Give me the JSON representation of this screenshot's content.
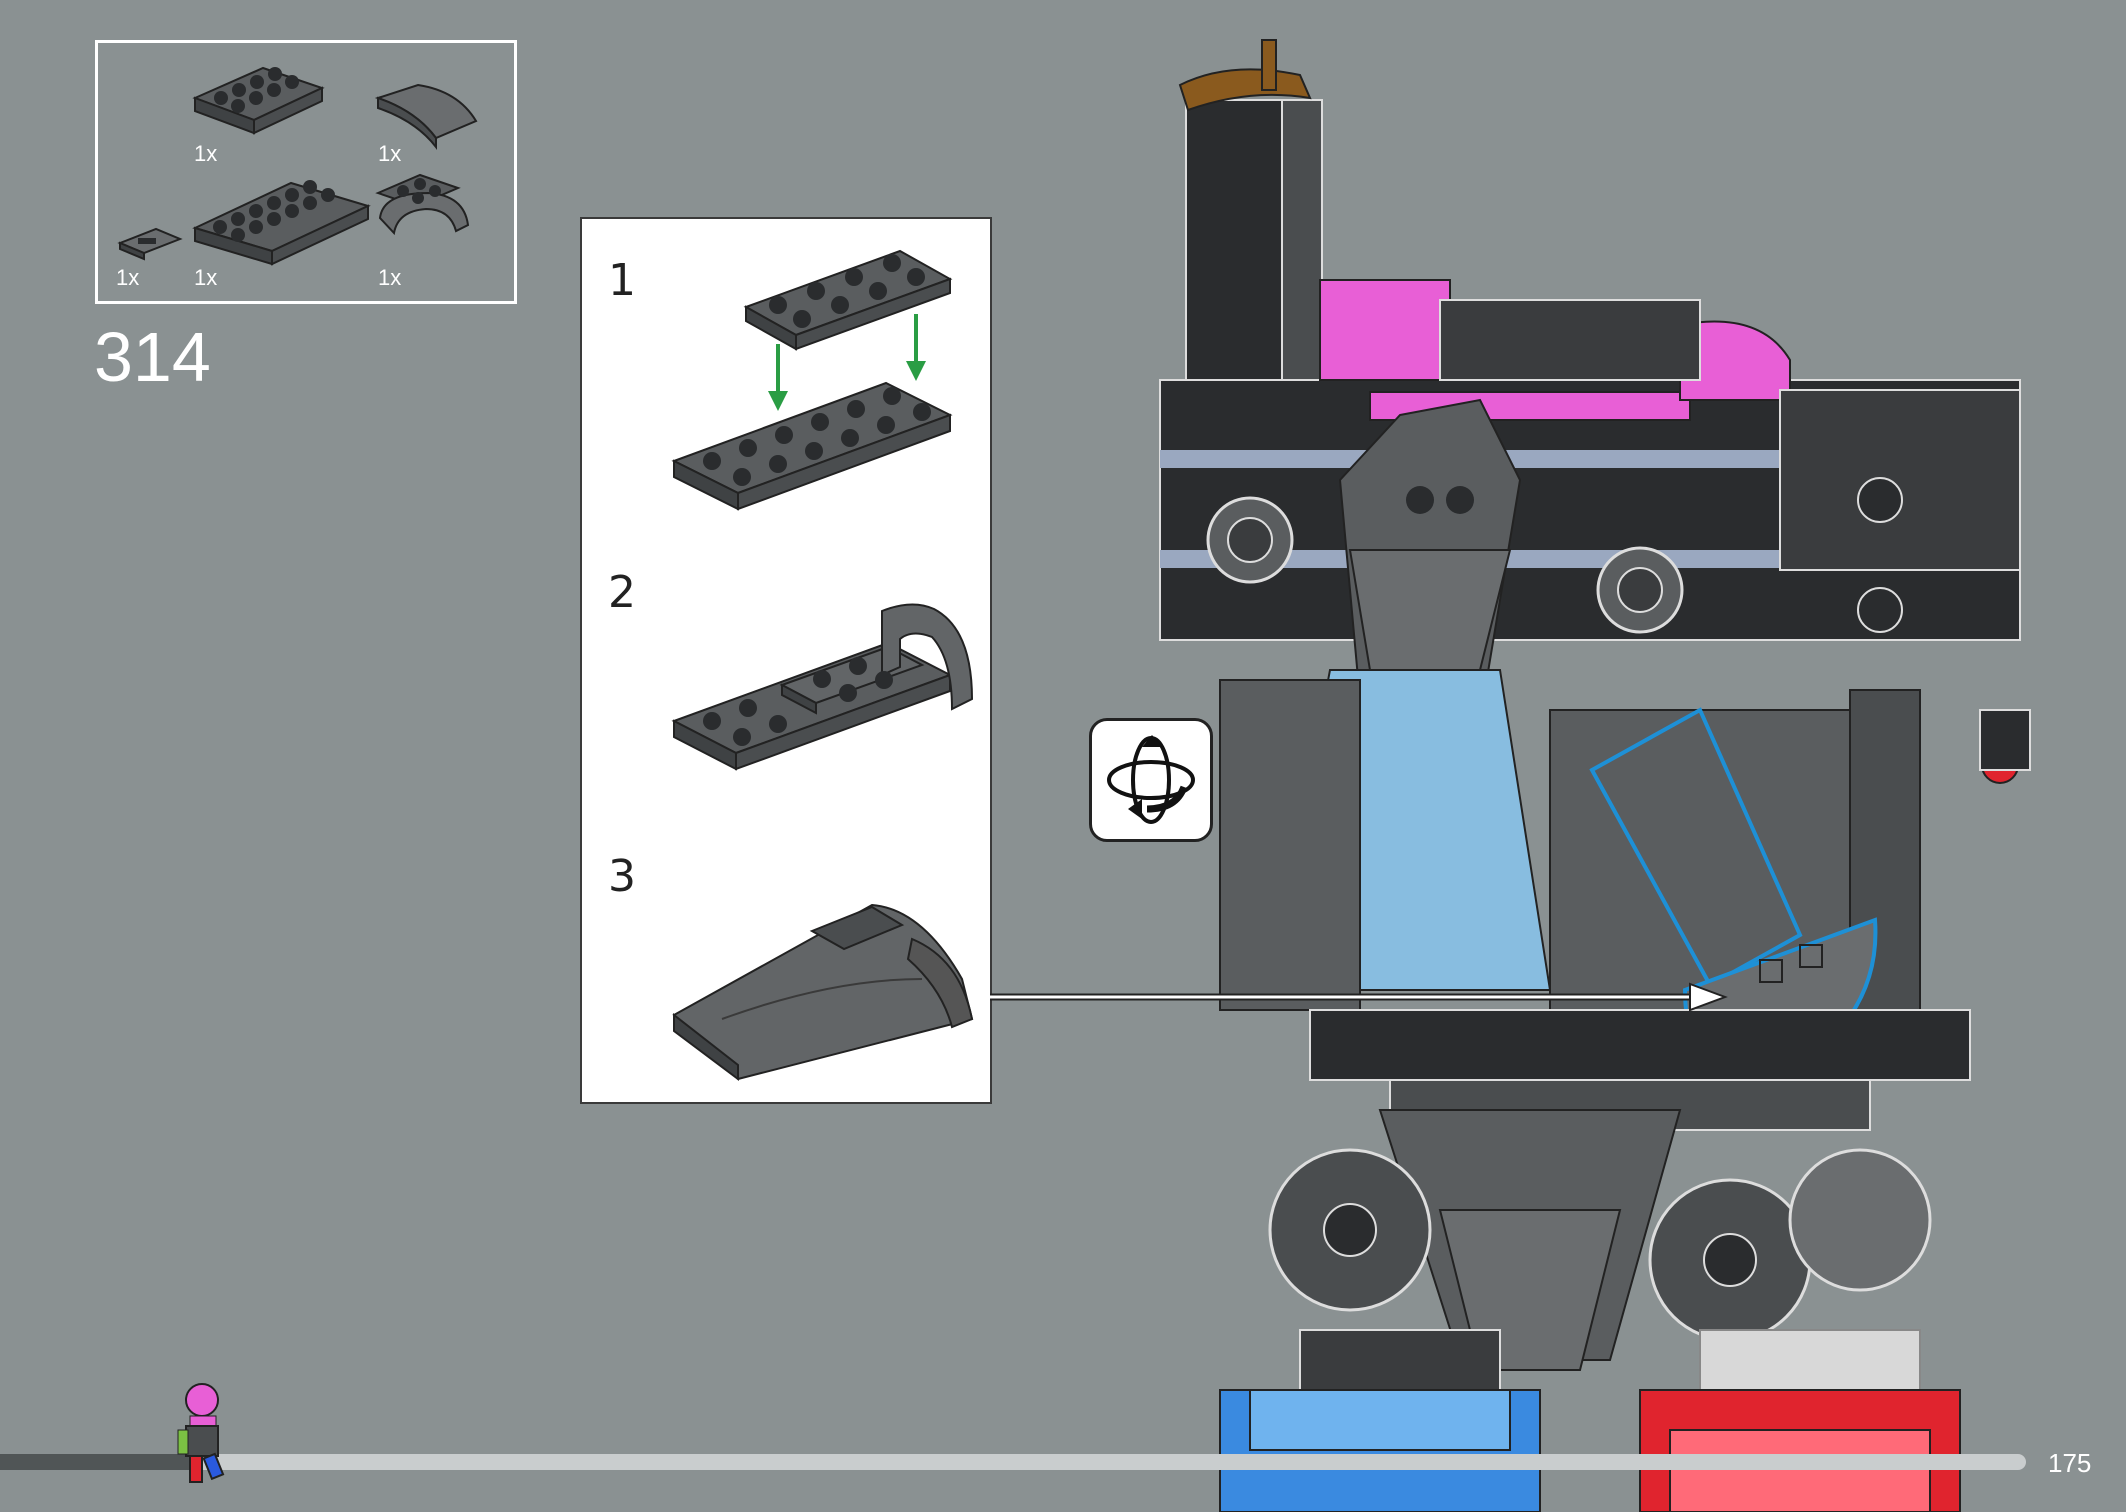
{
  "parts_list": {
    "items": [
      {
        "qty": "1x",
        "part": "plate-2x4"
      },
      {
        "qty": "1x",
        "part": "curved-slope-2x2"
      },
      {
        "qty": "1x",
        "part": "tile-1x2"
      },
      {
        "qty": "1x",
        "part": "plate-2x6"
      },
      {
        "qty": "1x",
        "part": "curved-bracket"
      }
    ]
  },
  "step": {
    "number": "314"
  },
  "sub_steps": [
    {
      "label": "1"
    },
    {
      "label": "2"
    },
    {
      "label": "3"
    }
  ],
  "rotate_icon": "rotate-model-icon",
  "page": {
    "number": "175"
  },
  "progress": {
    "fraction": 0.093
  },
  "colors": {
    "background": "#8a9192",
    "brick_dark": "#5a5d5f",
    "brick_black": "#2a2c2e",
    "pink": "#e85fd6",
    "blue_light": "#88bde0",
    "blue_accent": "#1e90d6",
    "arrow_green": "#2a9d44"
  }
}
